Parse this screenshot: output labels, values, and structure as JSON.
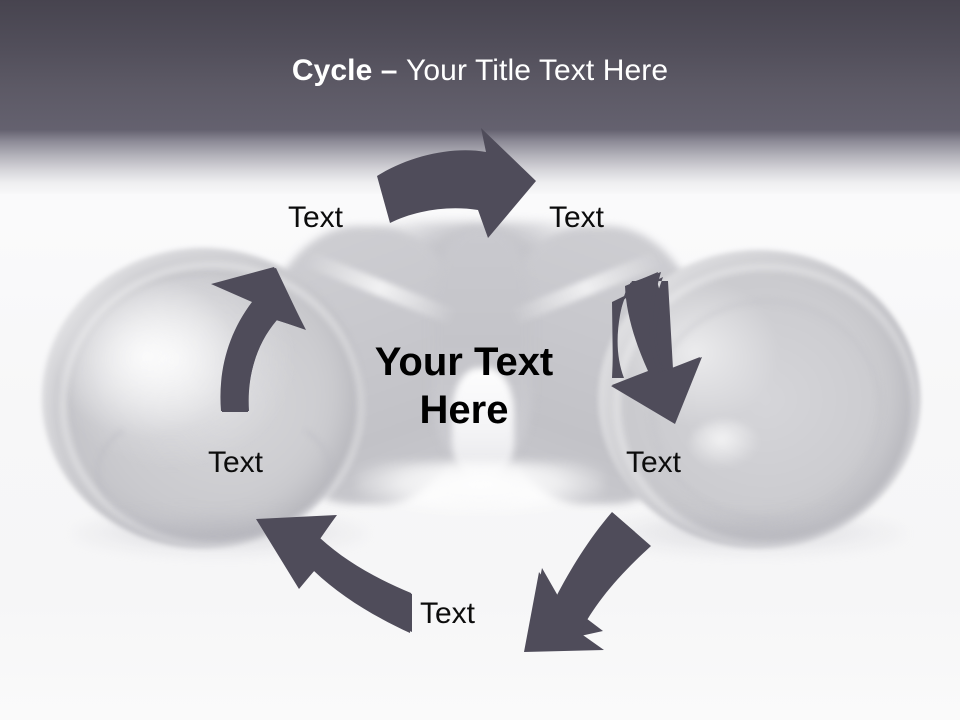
{
  "slide": {
    "title_bold": "Cycle – ",
    "title_regular": "Your Title Text Here",
    "background_image": "binoculars-photo",
    "header_color": "#514e5a",
    "arrow_color": "#4f4c5a",
    "body_background": "#f7f7f8",
    "label_color": "#0c0c0c"
  },
  "center": {
    "line1": "Your Text",
    "line2": "Here"
  },
  "cycle": {
    "labels": [
      {
        "id": "top-left",
        "text": "Text"
      },
      {
        "id": "top-right",
        "text": "Text"
      },
      {
        "id": "middle-right",
        "text": "Text"
      },
      {
        "id": "bottom-center",
        "text": "Text"
      },
      {
        "id": "middle-left",
        "text": "Text"
      }
    ],
    "arrows": [
      {
        "id": "top",
        "direction": "right"
      },
      {
        "id": "upper-right",
        "direction": "down"
      },
      {
        "id": "lower-right",
        "direction": "down-left"
      },
      {
        "id": "lower-left",
        "direction": "up-left"
      },
      {
        "id": "upper-left",
        "direction": "up"
      },
      {
        "id": "top-continuation",
        "direction": "right"
      }
    ]
  }
}
